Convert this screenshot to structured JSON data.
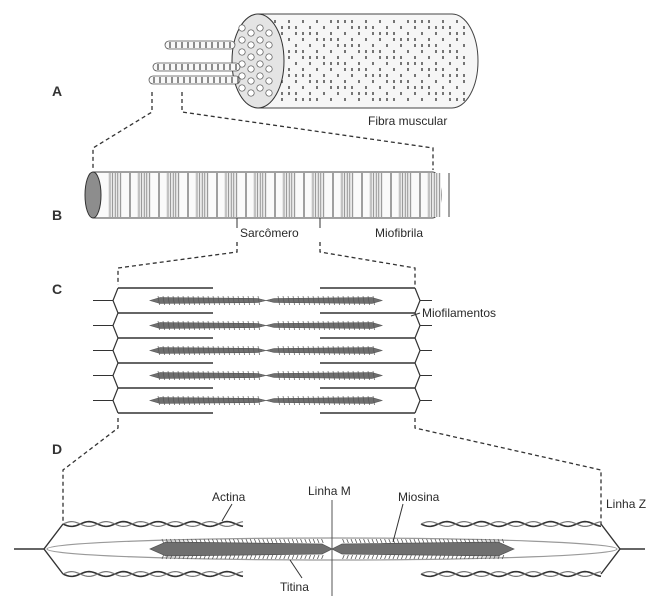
{
  "sections": {
    "a": "A",
    "b": "B",
    "c": "C",
    "d": "D"
  },
  "labels": {
    "muscle_fiber": "Fibra muscular",
    "sarcomere": "Sarcômero",
    "myofibril": "Miofibrila",
    "myofilaments": "Miofilamentos",
    "actin": "Actina",
    "m_line": "Linha M",
    "myosin": "Miosina",
    "z_line": "Linha Z",
    "titin": "Titina"
  },
  "colors": {
    "ink": "#333333",
    "myosin": "#6f6f6f",
    "fiber_fill": "#f2f2f2",
    "titin": "#9a9a9a"
  }
}
